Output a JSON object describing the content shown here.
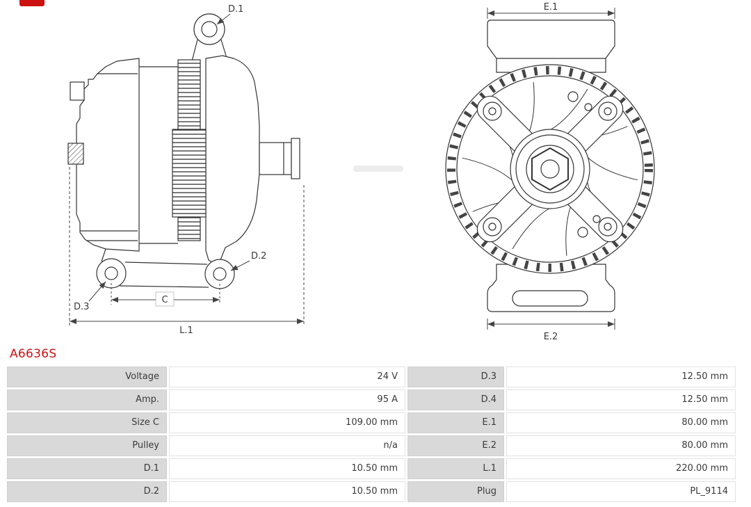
{
  "part": {
    "number": "A6636S"
  },
  "colors": {
    "brand_red": "#cc1111",
    "drawing_line": "#333333",
    "table_label_bg": "#d9d9d9",
    "table_value_bg": "#ffffff"
  },
  "diagram": {
    "labels": {
      "d1": "D.1",
      "d2": "D.2",
      "d3": "D.3",
      "c": "C",
      "l1": "L.1",
      "e1": "E.1",
      "e2": "E.2"
    }
  },
  "specs": {
    "rows": [
      {
        "left_label": "Voltage",
        "left_value": "24 V",
        "right_label": "D.3",
        "right_value": "12.50 mm"
      },
      {
        "left_label": "Amp.",
        "left_value": "95 A",
        "right_label": "D.4",
        "right_value": "12.50 mm"
      },
      {
        "left_label": "Size C",
        "left_value": "109.00 mm",
        "right_label": "E.1",
        "right_value": "80.00 mm"
      },
      {
        "left_label": "Pulley",
        "left_value": "n/a",
        "right_label": "E.2",
        "right_value": "80.00 mm"
      },
      {
        "left_label": "D.1",
        "left_value": "10.50 mm",
        "right_label": "L.1",
        "right_value": "220.00 mm"
      },
      {
        "left_label": "D.2",
        "left_value": "10.50 mm",
        "right_label": "Plug",
        "right_value": "PL_9114"
      }
    ]
  }
}
